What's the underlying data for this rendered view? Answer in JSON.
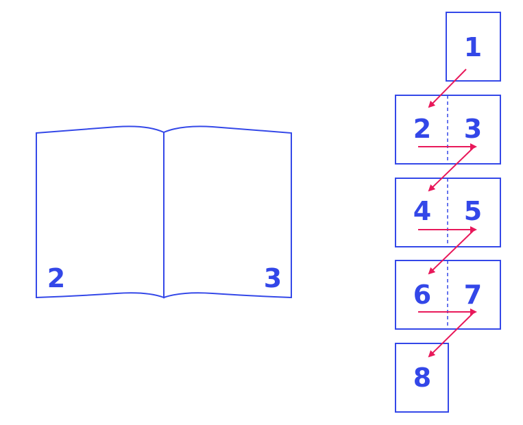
{
  "colors": {
    "line": "#3347e8",
    "arrow": "#e8185a",
    "background": "#ffffff"
  },
  "book": {
    "left_page_number": "2",
    "right_page_number": "3"
  },
  "sequence": {
    "single_top": "1",
    "spreads": [
      {
        "left": "2",
        "right": "3"
      },
      {
        "left": "4",
        "right": "5"
      },
      {
        "left": "6",
        "right": "7"
      }
    ],
    "single_bottom": "8"
  }
}
